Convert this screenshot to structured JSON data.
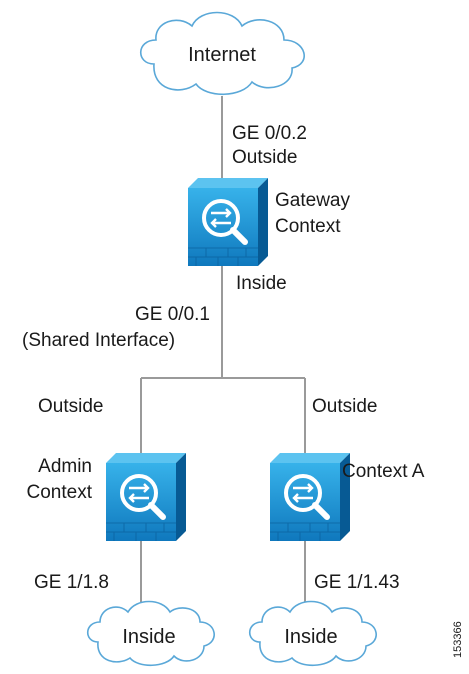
{
  "colors": {
    "line": "#999999",
    "cloud_stroke": "#5aa8d8",
    "firewall_light": "#2fa8e0",
    "firewall_dark": "#0b6fb2",
    "firewall_side": "#075a94"
  },
  "clouds": {
    "internet": "Internet",
    "inside_left": "Inside",
    "inside_right": "Inside"
  },
  "links": {
    "top_iface": "GE 0/0.2",
    "top_role": "Outside",
    "shared_iface": "GE 0/0.1",
    "shared_note": "(Shared Interface)",
    "gateway_inside": "Inside",
    "left_outside": "Outside",
    "right_outside": "Outside",
    "left_iface": "GE 1/1.8",
    "right_iface": "GE 1/1.43"
  },
  "contexts": {
    "gateway_line1": "Gateway",
    "gateway_line2": "Context",
    "admin_line1": "Admin",
    "admin_line2": "Context",
    "context_a": "Context A"
  },
  "figure_id": "153366",
  "icons": [
    "cloud-icon",
    "firewall-icon"
  ]
}
